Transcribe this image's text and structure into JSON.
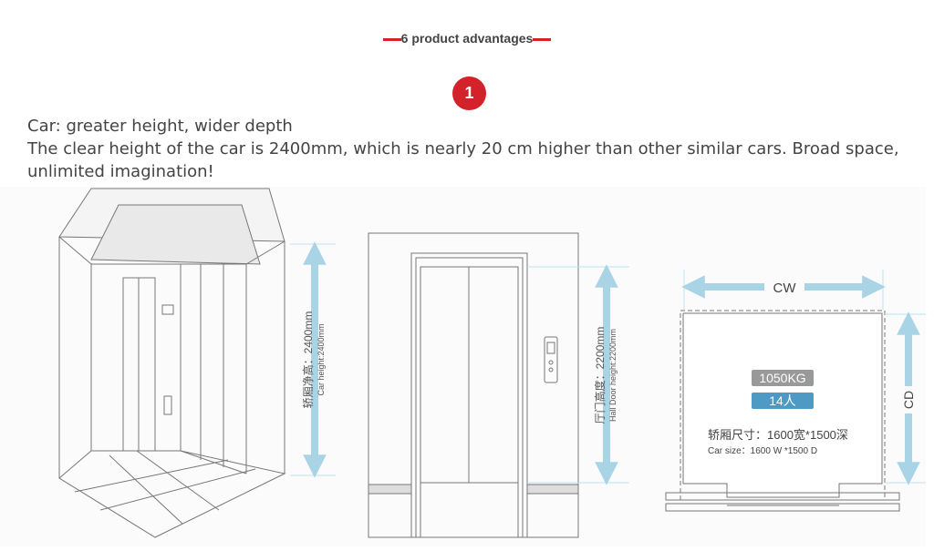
{
  "header": {
    "title": "6 product advantages"
  },
  "badge": {
    "number": "1"
  },
  "content": {
    "title": "Car: greater height, wider depth",
    "line1": "The clear height of the car is 2400mm, which is nearly 20 cm higher than other similar cars. Broad space,",
    "line2": "unlimited imagination!"
  },
  "diagram": {
    "car_height_cn": "轿厢净高：2400mm",
    "car_height_en": "Car height:2400mm",
    "hall_door_cn": "厅门高度：2200mm",
    "hall_door_en": "Hall Door height:2200mm",
    "cw": "CW",
    "cd": "CD",
    "load": "1050KG",
    "persons": "14人",
    "size_cn": "轿厢尺寸：1600宽*1500深",
    "size_en": "Car size：1600 W *1500 D"
  },
  "colors": {
    "accent": "#d3222a",
    "arrow": "#a9d4e6",
    "load_bg": "#999999",
    "persons_bg": "#4f9ac4"
  }
}
